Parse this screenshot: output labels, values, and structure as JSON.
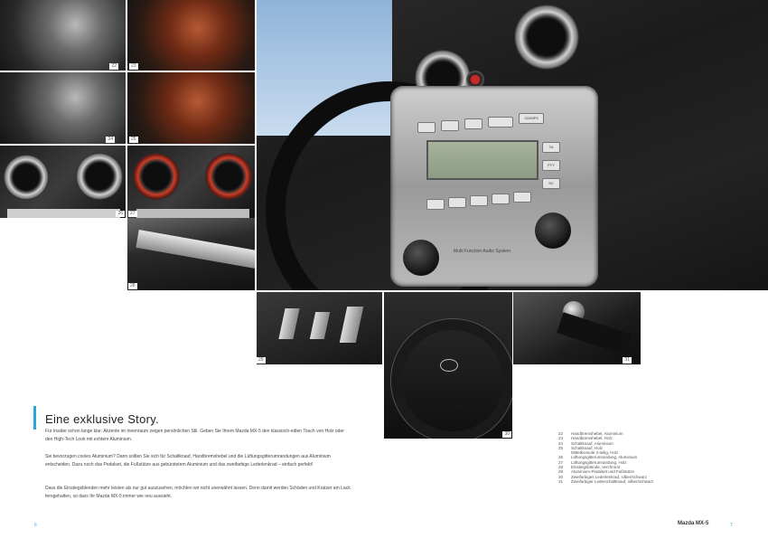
{
  "photo_labels": [
    "22",
    "23",
    "24",
    "25",
    "26",
    "27",
    "28",
    "29",
    "30",
    "31"
  ],
  "radio_labels": {
    "cd_mp3": "CD/MP3",
    "ta": "TA",
    "pty": "PTY",
    "sc": "SC",
    "brand_line": "Multi Function Audio System"
  },
  "story": {
    "title": "Eine exklusive Story.",
    "paragraphs": [
      "Für Insider schon lange klar: Akzente im Innenraum zeigen persönlichen Stil. Geben Sie Ihrem Mazda MX-5 den klassisch-edlen Touch von Holz oder den High-Tech Look mit echtem Aluminium.",
      "Sie bevorzugen cooles Aluminium? Dann sollten Sie sich für Schaltknauf, Handbremshebel und die Lüftungsgitterumrandungen aus Aluminium entscheiden. Dazu noch das Pedalset, die Fußstütze aus gebürstetem Aluminium und das zweifarbige Lederlenkrad – einfach perfekt!",
      "Dass die Einstiegsblenden mehr leisten als nur gut auszusehen, möchten wir nicht unerwähnt lassen. Denn damit werden Schäden und Kratzer am Lack ferngehalten, so dass Ihr Mazda MX-5 immer wie neu aussieht."
    ]
  },
  "legend": [
    {
      "num": "22",
      "text": "Handbremshebel, Aluminium"
    },
    {
      "num": "23",
      "text": "Handbremshebel, Holz"
    },
    {
      "num": "24",
      "text": "Schaltknauf, Aluminium"
    },
    {
      "num": "25",
      "text": "Schaltknauf, Holz"
    },
    {
      "num": "",
      "text": "Mittelkonsole 2-teilig, Holz"
    },
    {
      "num": "26",
      "text": "Lüftungsgitterumrandung, Aluminium"
    },
    {
      "num": "27",
      "text": "Lüftungsgitterumrandung, Holz"
    },
    {
      "num": "28",
      "text": "Einstiegsblende, verchromt"
    },
    {
      "num": "29",
      "text": "Aluminium-Pedalset und Fußstütze"
    },
    {
      "num": "30",
      "text": "Zweifarbiges Lederlenkrad, silber/schwarz"
    },
    {
      "num": "31",
      "text": "Zweifarbiger Lederschaltknauf, silber/schwarz"
    }
  ],
  "footer": {
    "page_left": "6",
    "page_right": "7",
    "brand": "Mazda MX-5"
  },
  "accent_color": "#2aa6d8"
}
